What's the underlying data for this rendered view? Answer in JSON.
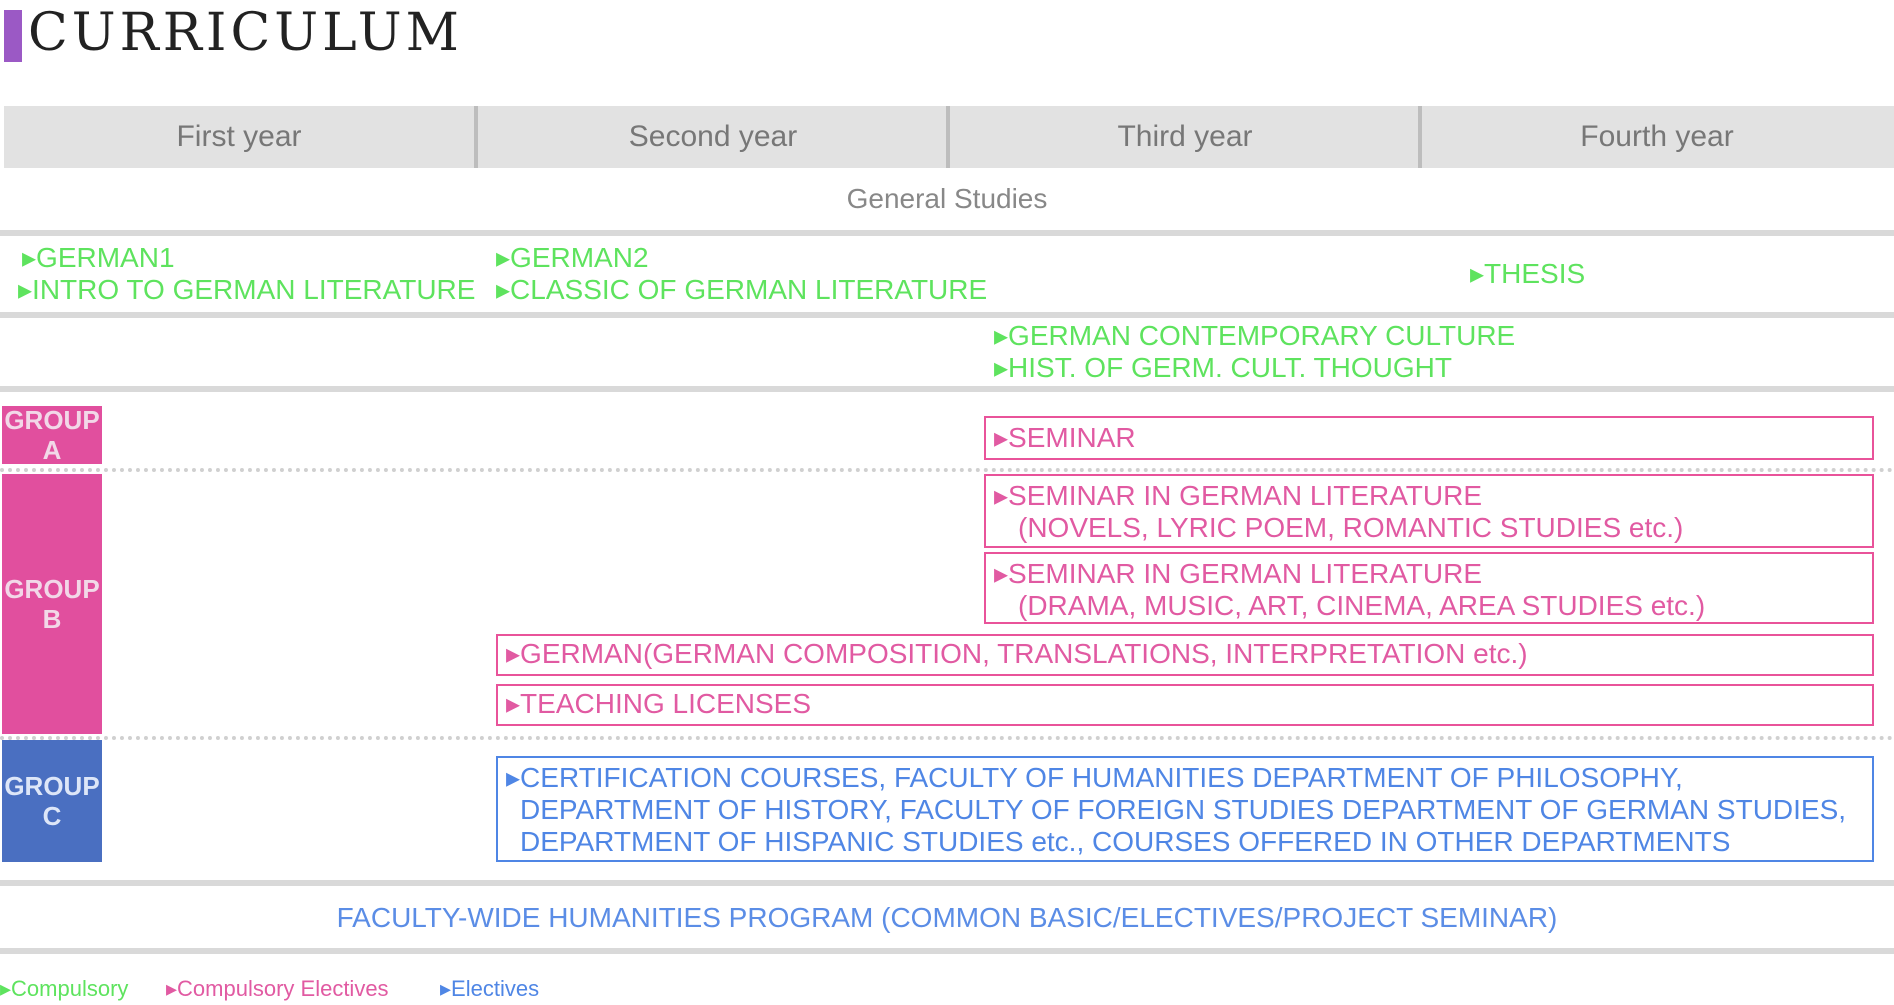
{
  "title": "CURRICULUM",
  "years": [
    "First year",
    "Second year",
    "Third year",
    "Fourth year"
  ],
  "general_studies": "General Studies",
  "compulsory": {
    "german1": "▸GERMAN1",
    "german2": "▸GERMAN2",
    "intro": "▸INTRO TO GERMAN LITERATURE",
    "classic": "▸CLASSIC OF GERMAN LITERATURE",
    "thesis": "▸THESIS",
    "contemporary": "▸GERMAN CONTEMPORARY CULTURE",
    "history": "▸HIST. OF GERM. CULT. THOUGHT"
  },
  "groups": {
    "a": {
      "label_line1": "GROUP",
      "label_line2": "A",
      "color": "#e14f9e"
    },
    "b": {
      "label_line1": "GROUP",
      "label_line2": "B",
      "color": "#e14f9e"
    },
    "c": {
      "label_line1": "GROUP",
      "label_line2": "C",
      "color": "#4a6fc1"
    }
  },
  "electives": {
    "seminar": "▸SEMINAR",
    "seminar_lit_1_line1": "▸SEMINAR IN GERMAN LITERATURE",
    "seminar_lit_1_line2": "(NOVELS, LYRIC POEM, ROMANTIC STUDIES etc.)",
    "seminar_lit_2_line1": "▸SEMINAR IN GERMAN LITERATURE",
    "seminar_lit_2_line2": "(DRAMA, MUSIC, ART, CINEMA, AREA STUDIES etc.)",
    "german_comp": "▸GERMAN(GERMAN COMPOSITION, TRANSLATIONS, INTERPRETATION etc.)",
    "teaching": "▸TEACHING LICENSES",
    "cert_line1": "▸CERTIFICATION COURSES, FACULTY OF HUMANITIES DEPARTMENT OF PHILOSOPHY,",
    "cert_line2": "DEPARTMENT OF HISTORY, FACULTY OF FOREIGN STUDIES DEPARTMENT OF GERMAN STUDIES,",
    "cert_line3": "DEPARTMENT OF HISPANIC STUDIES etc., COURSES OFFERED IN OTHER DEPARTMENTS"
  },
  "faculty_program": "FACULTY-WIDE HUMANITIES PROGRAM (COMMON BASIC/ELECTIVES/PROJECT SEMINAR)",
  "legend": {
    "compulsory": "▸Compulsory",
    "compulsory_electives": "▸Compulsory Electives",
    "electives": "▸Electives"
  },
  "colors": {
    "compulsory": "#5ee35e",
    "compulsory_electives": "#e15aa2",
    "electives": "#4f86e5",
    "title_mark": "#9b59c5"
  }
}
